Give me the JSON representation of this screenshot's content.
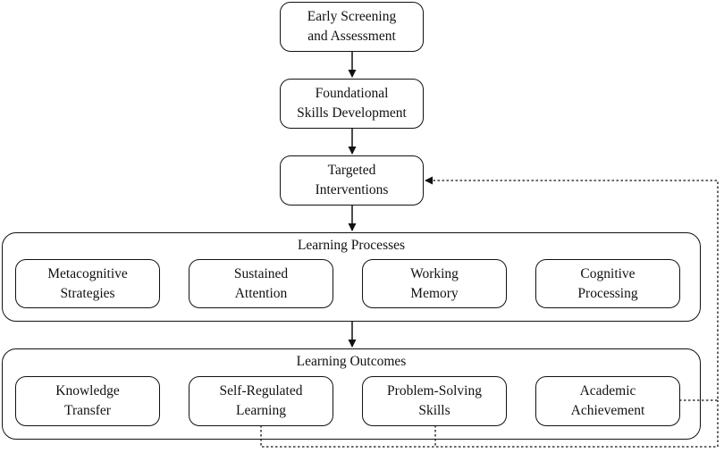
{
  "top_boxes": {
    "screening": "Early Screening\nand Assessment",
    "foundational": "Foundational\nSkills Development",
    "interventions": "Targeted\nInterventions"
  },
  "processes": {
    "title": "Learning Processes",
    "items": [
      "Metacognitive\nStrategies",
      "Sustained\nAttention",
      "Working\nMemory",
      "Cognitive\nProcessing"
    ]
  },
  "outcomes": {
    "title": "Learning Outcomes",
    "items": [
      "Knowledge\nTransfer",
      "Self-Regulated\nLearning",
      "Problem-Solving\nSkills",
      "Academic\nAchievement"
    ]
  }
}
